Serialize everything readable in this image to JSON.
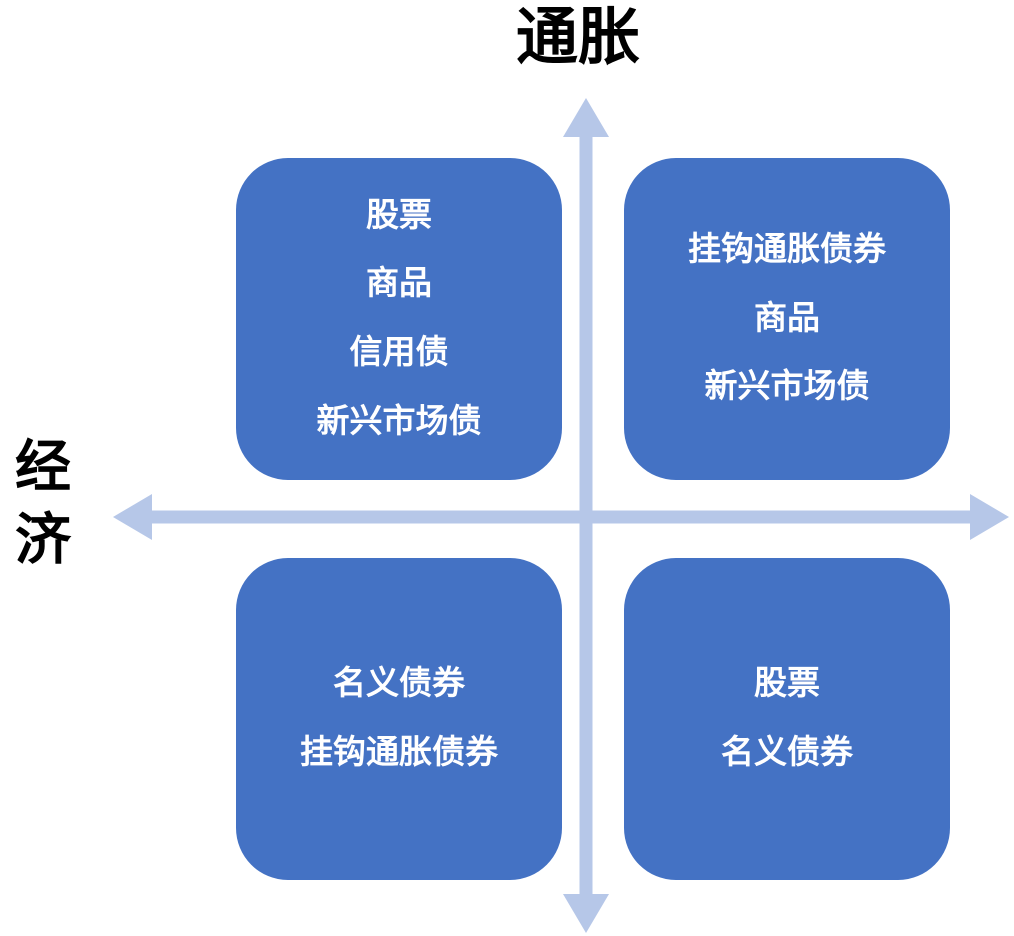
{
  "axes": {
    "vertical_label": "通胀",
    "horizontal_label": "经济"
  },
  "quadrants": {
    "top_left": {
      "lines": [
        "股票",
        "商品",
        "信用债",
        "新兴市场债"
      ]
    },
    "top_right": {
      "lines": [
        "挂钩通胀债券",
        "商品",
        "新兴市场债"
      ]
    },
    "bottom_left": {
      "lines": [
        "名义债券",
        "挂钩通胀债券"
      ]
    },
    "bottom_right": {
      "lines": [
        "股票",
        "名义债券"
      ]
    }
  },
  "colors": {
    "box_fill": "#4472c4",
    "box_text": "#ffffff",
    "arrow": "#b6c7e8",
    "axis_text": "#000000"
  }
}
